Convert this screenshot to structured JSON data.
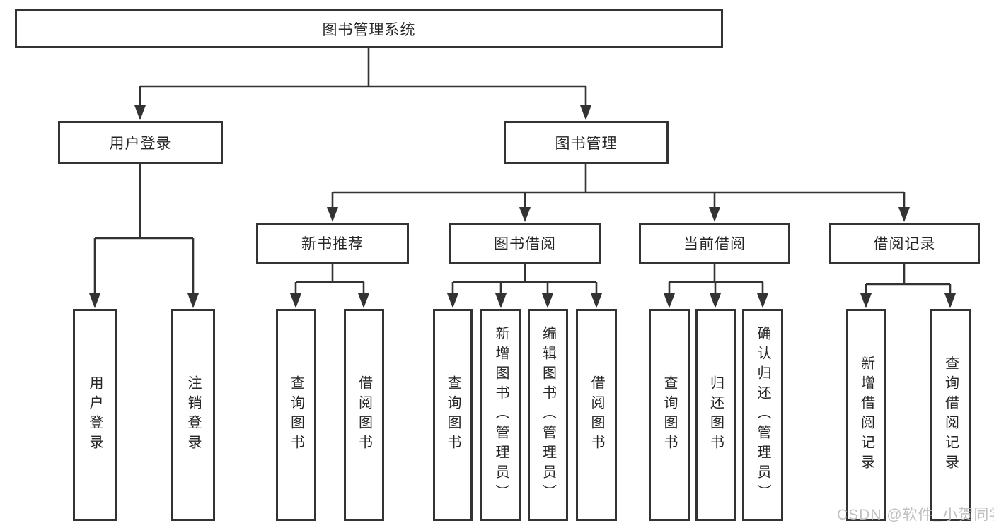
{
  "tree": {
    "root": {
      "label": "图书管理系统"
    },
    "children": [
      {
        "label": "用户登录",
        "children": [
          {
            "label": "用户登录"
          },
          {
            "label": "注销登录"
          }
        ]
      },
      {
        "label": "图书管理",
        "children": [
          {
            "label": "新书推荐",
            "children": [
              {
                "label": "查询图书"
              },
              {
                "label": "借阅图书"
              }
            ]
          },
          {
            "label": "图书借阅",
            "children": [
              {
                "label": "查询图书"
              },
              {
                "label": "新增图书（管理员）"
              },
              {
                "label": "编辑图书（管理员）"
              },
              {
                "label": "借阅图书"
              }
            ]
          },
          {
            "label": "当前借阅",
            "children": [
              {
                "label": "查询图书"
              },
              {
                "label": "归还图书"
              },
              {
                "label": "确认归还（管理员）"
              }
            ]
          },
          {
            "label": "借阅记录",
            "children": [
              {
                "label": "新增借阅记录"
              },
              {
                "label": "查询借阅记录"
              }
            ]
          }
        ]
      }
    ]
  },
  "watermark": {
    "text": "CSDN @软件_小贺同学"
  },
  "colors": {
    "line": "#333333",
    "box_border": "#333333",
    "text": "#262626",
    "background": "#ffffff",
    "watermark": "#bbbbbb"
  }
}
